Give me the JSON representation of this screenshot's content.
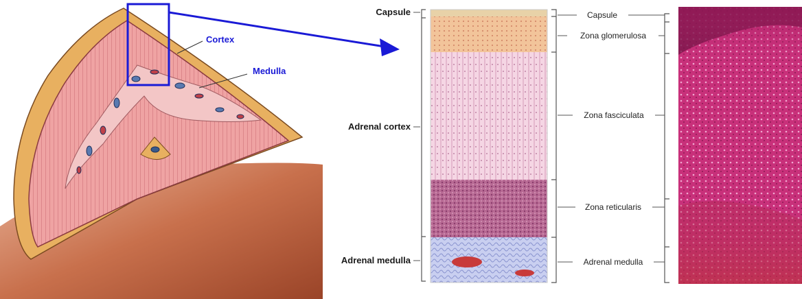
{
  "gland_labels": {
    "cortex": "Cortex",
    "medulla": "Medulla"
  },
  "left_labels": {
    "capsule": "Capsule",
    "adrenal_cortex": "Adrenal cortex",
    "adrenal_medulla": "Adrenal medulla"
  },
  "right_labels": {
    "capsule": "Capsule",
    "zona_glomerulosa": "Zona glomerulosa",
    "zona_fasciculata": "Zona fasciculata",
    "zona_reticularis": "Zona reticularis",
    "adrenal_medulla": "Adrenal medulla"
  },
  "colors": {
    "highlight_blue": "#1a1ad6",
    "capsule_orange": "#e8b060",
    "cortex_pink": "#e89a9a",
    "kidney_brown": "#b85a3a",
    "histology_magenta": "#c8307a"
  }
}
